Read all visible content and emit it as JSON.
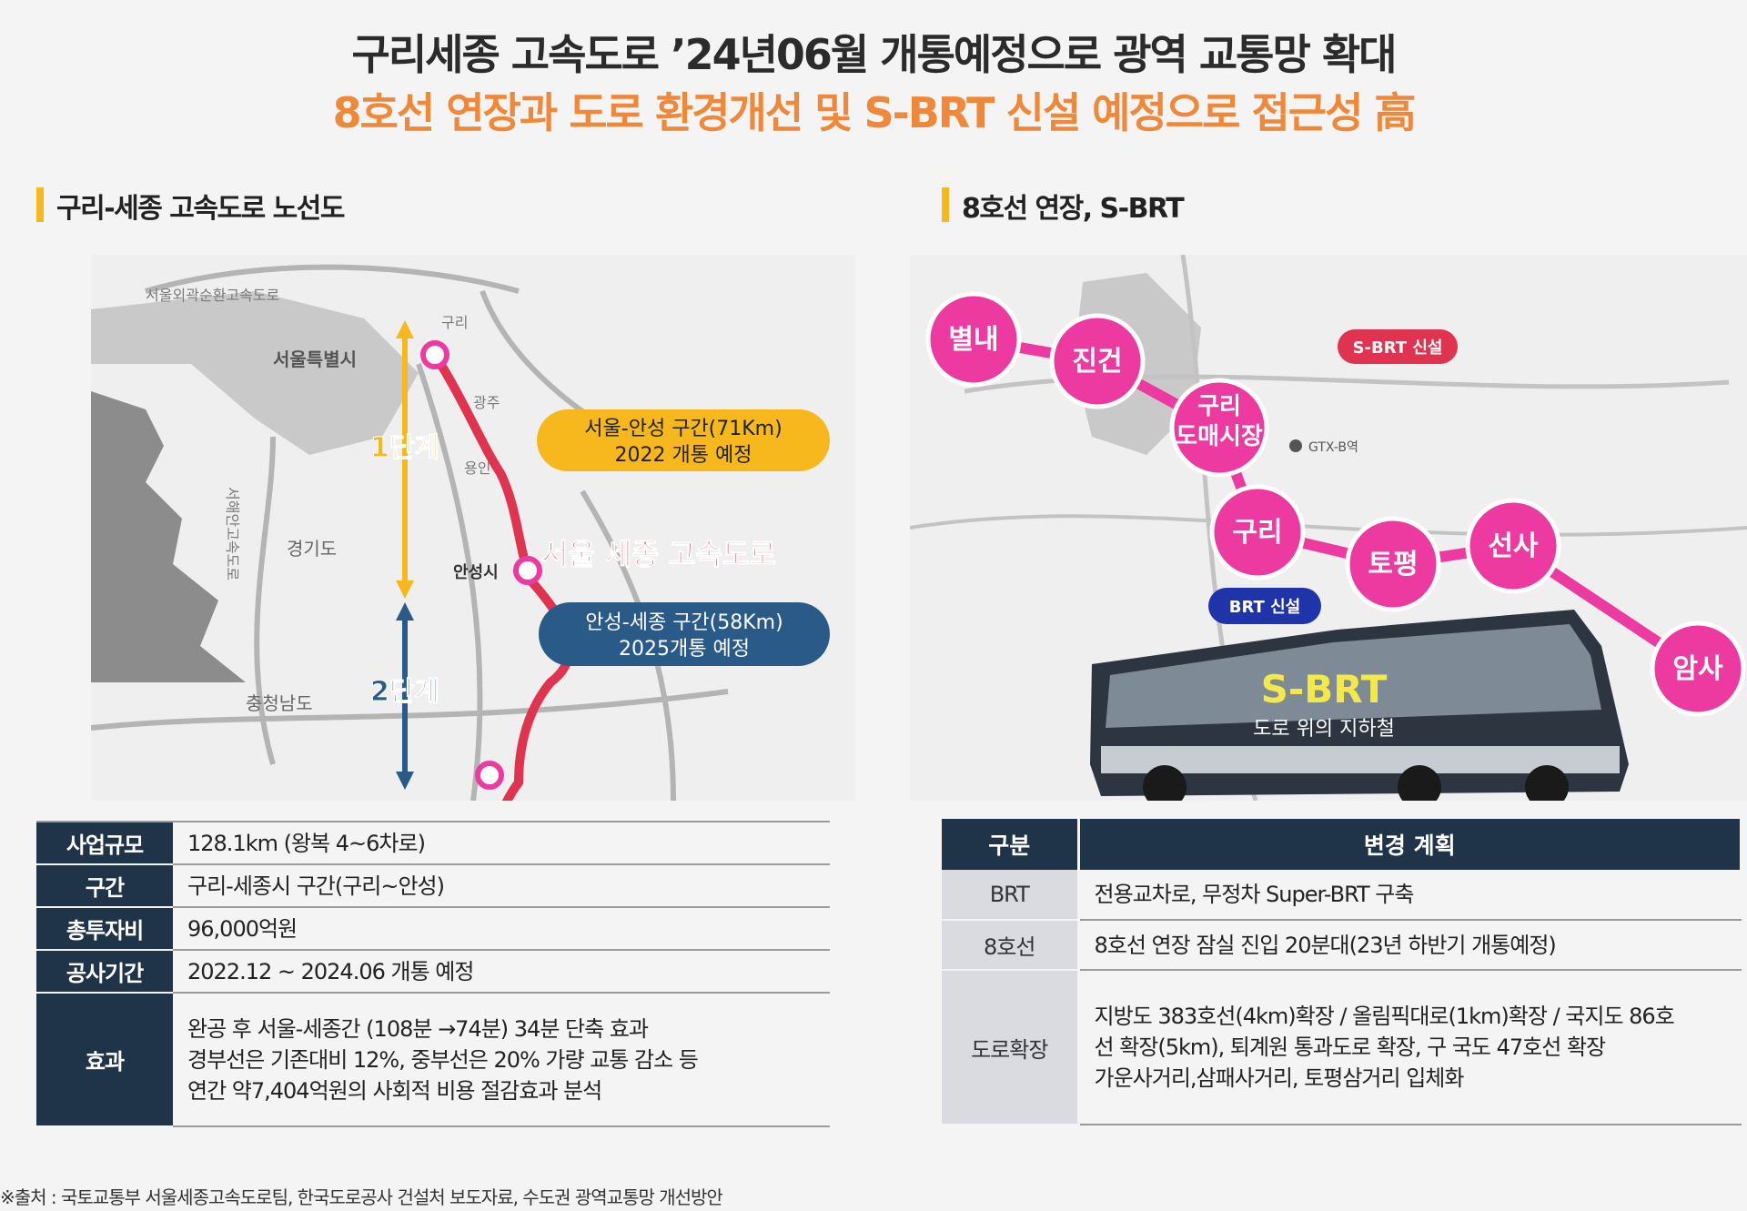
{
  "header": {
    "line1": "구리세종 고속도로 ’24년06월 개통예정으로 광역 교통망 확대",
    "line2": "8호선 연장과 도로 환경개선 및 S-BRT 신설 예정으로 접근성 高"
  },
  "left_section": {
    "title": "구리-세종 고속도로 노선도",
    "map": {
      "place_labels": [
        "서울외곽순환고속도로",
        "서울특별시",
        "구리",
        "경기도",
        "충청남도",
        "서해안고속도로",
        "안성시",
        "용인",
        "광주"
      ],
      "stage1": "1단계",
      "stage2": "2단계",
      "route_name": "서울 세종 고속도로",
      "callout1": {
        "line1": "서울-안성 구간(71Km)",
        "line2": "2022 개통 예정"
      },
      "callout2": {
        "line1": "안성-세종 구간(58Km)",
        "line2": "2025개통 예정"
      }
    },
    "table": [
      {
        "key": "사업규모",
        "lines": [
          "128.1km (왕복 4~6차로)"
        ]
      },
      {
        "key": "구간",
        "lines": [
          "구리-세종시 구간(구리~안성)"
        ]
      },
      {
        "key": "총투자비",
        "lines": [
          "96,000억원"
        ]
      },
      {
        "key": "공사기간",
        "lines": [
          "2022.12 ~ 2024.06 개통 예정"
        ]
      },
      {
        "key": "효과",
        "lines": [
          "완공 후 서울-세종간 (108분 →74분) 34분 단축 효과",
          "경부선은 기존대비 12%, 중부선은 20% 가량 교통 감소 등",
          "연간 약7,404억원의 사회적 비용 절감효과 분석"
        ]
      }
    ]
  },
  "right_section": {
    "title": "8호선 연장, S-BRT",
    "map": {
      "stations": [
        "별내",
        "진건",
        "구리\n도매시장",
        "구리",
        "토평",
        "선사",
        "암사"
      ],
      "sbrt_badge": "S-BRT 신설",
      "brt_badge": "BRT 신설",
      "bus_title": "S-BRT",
      "bus_subtitle": "도로 위의 지하철",
      "gtx_label": "GTX-B역"
    },
    "table_header": {
      "col1": "구분",
      "col2": "변경 계획"
    },
    "table": [
      {
        "key": "BRT",
        "lines": [
          "전용교차로, 무정차 Super-BRT 구축"
        ]
      },
      {
        "key": "8호선",
        "lines": [
          "8호선 연장 잠실 진입 20분대(23년 하반기 개통예정)"
        ]
      },
      {
        "key": "도로확장",
        "lines": [
          "지방도 383호선(4km)확장 / 올림픽대로(1km)확장 / 국지도 86호",
          "선 확장(5km), 퇴계원 통과도로 확장, 구 국도 47호선 확장",
          "가운사거리,삼패사거리, 토평삼거리 입체화"
        ]
      }
    ]
  },
  "footer": "※출처 : 국토교통부 서울세종고속도로팀, 한국도로공사 건설처 보도자료, 수도권 광역교통망 개선방안",
  "colors": {
    "navy": "#203449",
    "orange": "#f0883a",
    "yellow": "#f6b81c",
    "route_red": "#e0334f",
    "pink": "#ec3aa0",
    "callout_blue": "#2a5a88"
  }
}
